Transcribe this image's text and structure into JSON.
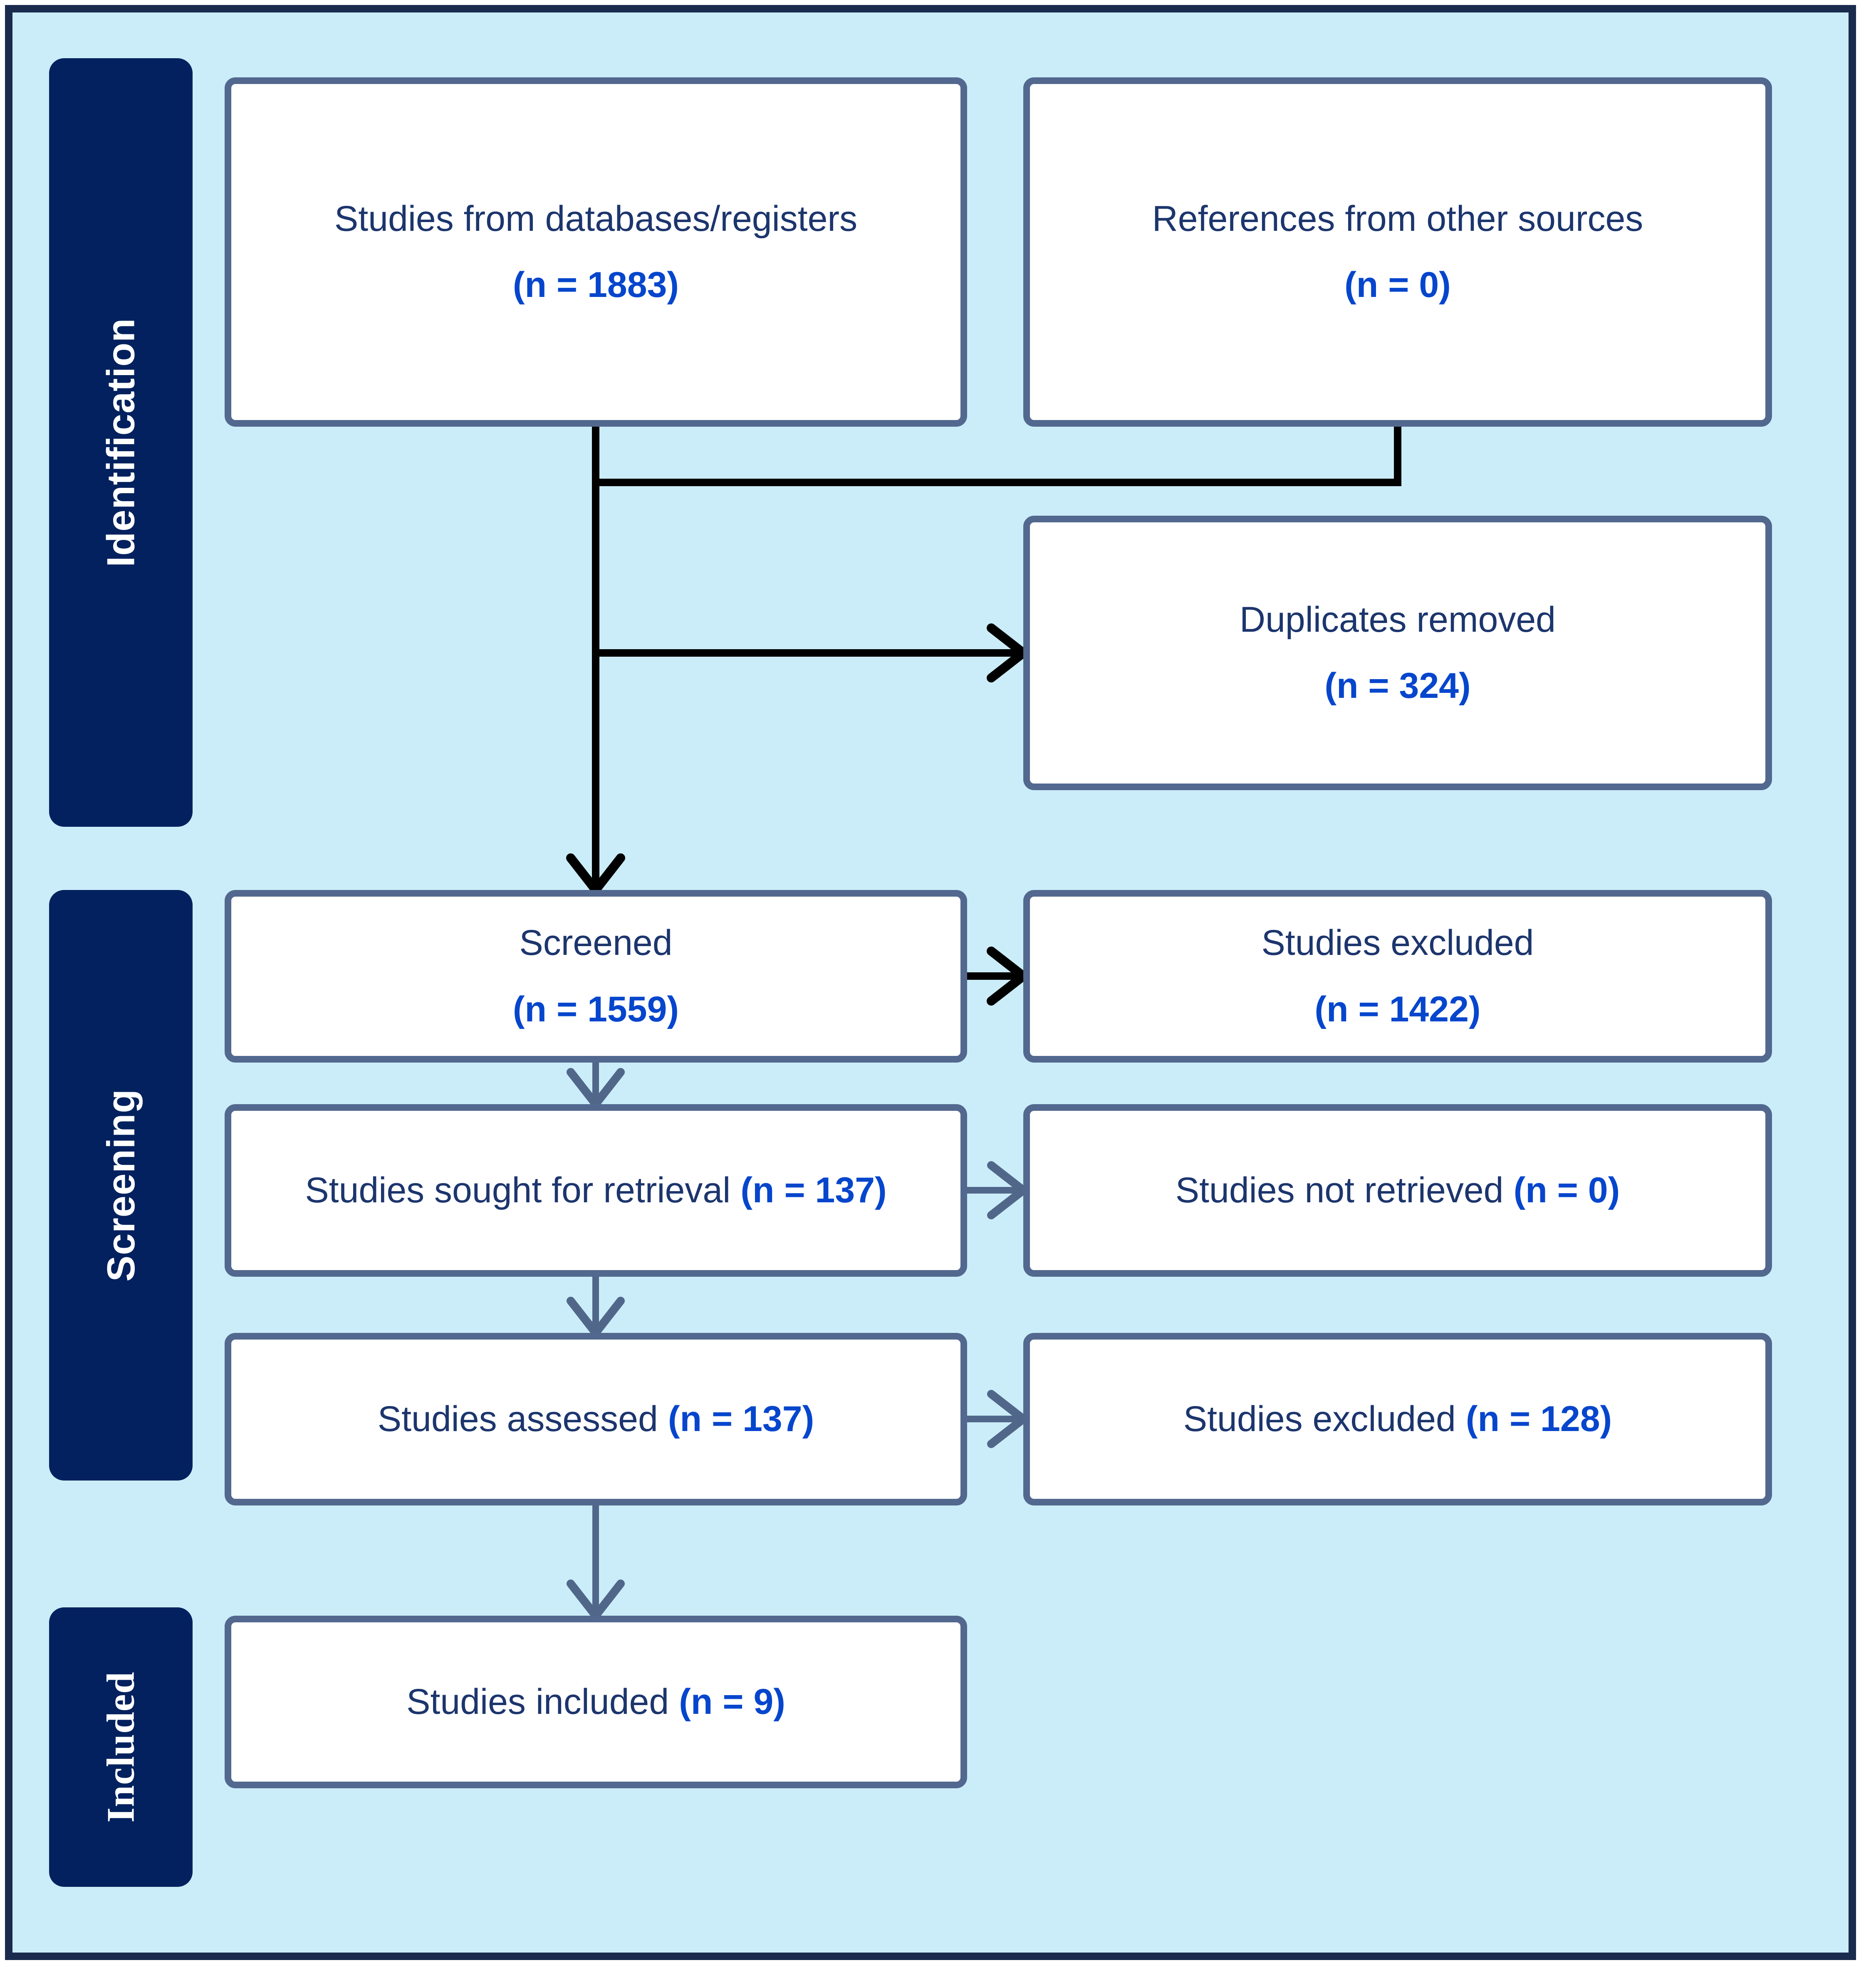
{
  "sidebar": {
    "phases": [
      {
        "id": "identification",
        "label": "Identification"
      },
      {
        "id": "screening",
        "label": "Screening"
      },
      {
        "id": "included",
        "label": "Included"
      }
    ]
  },
  "boxes": [
    {
      "id": "databases",
      "label": "Studies from databases/registers",
      "n": "(n = 1883)"
    },
    {
      "id": "other-sources",
      "label": "References from other sources",
      "n": "(n = 0)"
    },
    {
      "id": "duplicates-removed",
      "label": "Duplicates removed",
      "n": "(n = 324)"
    },
    {
      "id": "screened",
      "label": "Screened",
      "n": "(n = 1559)"
    },
    {
      "id": "excluded-screening",
      "label": "Studies excluded",
      "n": "(n = 1422)"
    },
    {
      "id": "sought-retrieval",
      "label": "Studies sought for retrieval",
      "n": "(n = 137)"
    },
    {
      "id": "not-retrieved",
      "label": "Studies not retrieved",
      "n": "(n = 0)"
    },
    {
      "id": "assessed",
      "label": "Studies assessed",
      "n": "(n = 137)"
    },
    {
      "id": "excluded-assessment",
      "label": "Studies excluded",
      "n": "(n = 128)"
    },
    {
      "id": "included-studies",
      "label": "Studies included",
      "n": "(n = 9)"
    }
  ],
  "colors": {
    "canvas_background": "#cbedf9",
    "frame_border": "#1a2b4e",
    "phase_bar": "#02215e",
    "phase_text": "#ffffff",
    "box_border": "#52688e",
    "box_background": "#ffffff",
    "label_text": "#1c356d",
    "count_text": "#0646cd",
    "arrow_primary": "#000000",
    "arrow_secondary": "#51678a"
  }
}
